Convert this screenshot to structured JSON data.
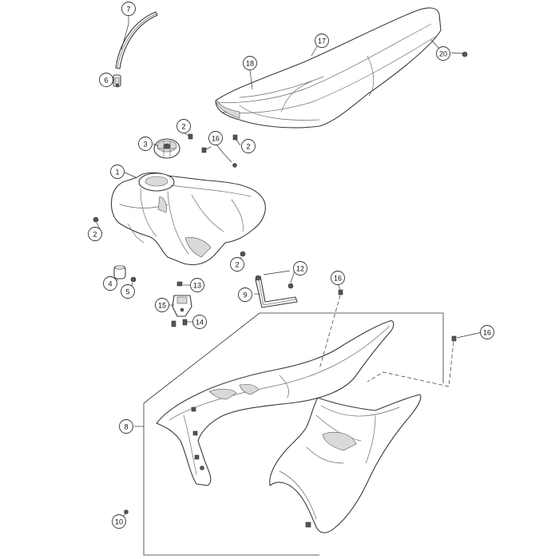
{
  "callouts": [
    {
      "label": "7"
    },
    {
      "label": "6"
    },
    {
      "label": "17"
    },
    {
      "label": "18"
    },
    {
      "label": "20"
    },
    {
      "label": "2"
    },
    {
      "label": "3"
    },
    {
      "label": "16"
    },
    {
      "label": "2"
    },
    {
      "label": "1"
    },
    {
      "label": "2"
    },
    {
      "label": "2"
    },
    {
      "label": "12"
    },
    {
      "label": "4"
    },
    {
      "label": "5"
    },
    {
      "label": "13"
    },
    {
      "label": "9"
    },
    {
      "label": "16"
    },
    {
      "label": "15"
    },
    {
      "label": "14"
    },
    {
      "label": "16"
    },
    {
      "label": "8"
    },
    {
      "label": "10"
    }
  ]
}
